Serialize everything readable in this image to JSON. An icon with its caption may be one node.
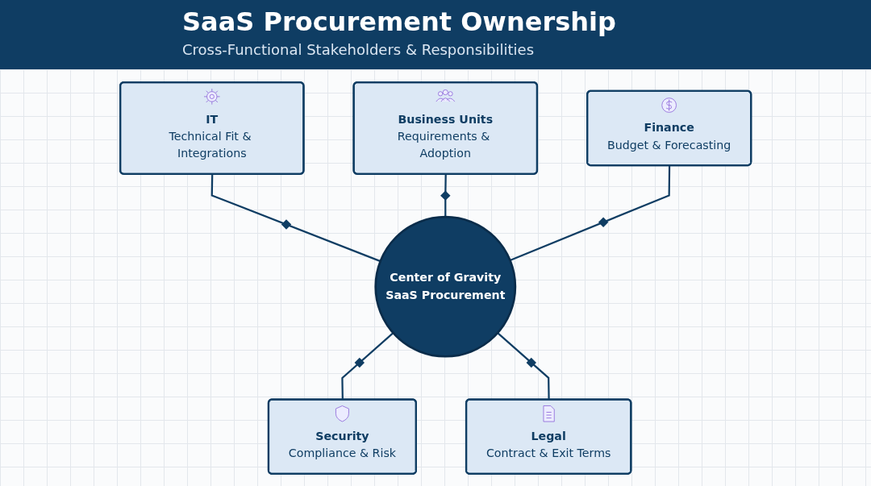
{
  "diagram": {
    "title": "SaaS Procurement Ownership",
    "nodes": [
      {
        "text": [
          "IT",
          "Technical Fit & Integrations"
        ]
      },
      {
        "text": [
          "Business Units",
          "Requirements & Adoption"
        ]
      },
      {
        "text": [
          "Finance",
          "Budget & Forecasting"
        ]
      },
      {
        "text": [
          "Center of Gravity",
          "SaaS Procurement"
        ]
      },
      {
        "text": [
          "Security",
          "Compliance & Risk"
        ]
      },
      {
        "text": [
          "Legal",
          "Contract & Exit Terms"
        ]
      }
    ],
    "edges": [
      {
        "from": 0,
        "to": 3,
        "arrow": "none"
      },
      {
        "from": 1,
        "to": 3,
        "arrow": "none"
      },
      {
        "from": 2,
        "to": 3,
        "arrow": "none"
      },
      {
        "from": 3,
        "to": 4,
        "arrow": "none"
      },
      {
        "from": 3,
        "to": 5,
        "arrow": "none"
      }
    ],
    "labels": [
      "Cross-Functional Stakeholders & Responsibilities"
    ]
  }
}
